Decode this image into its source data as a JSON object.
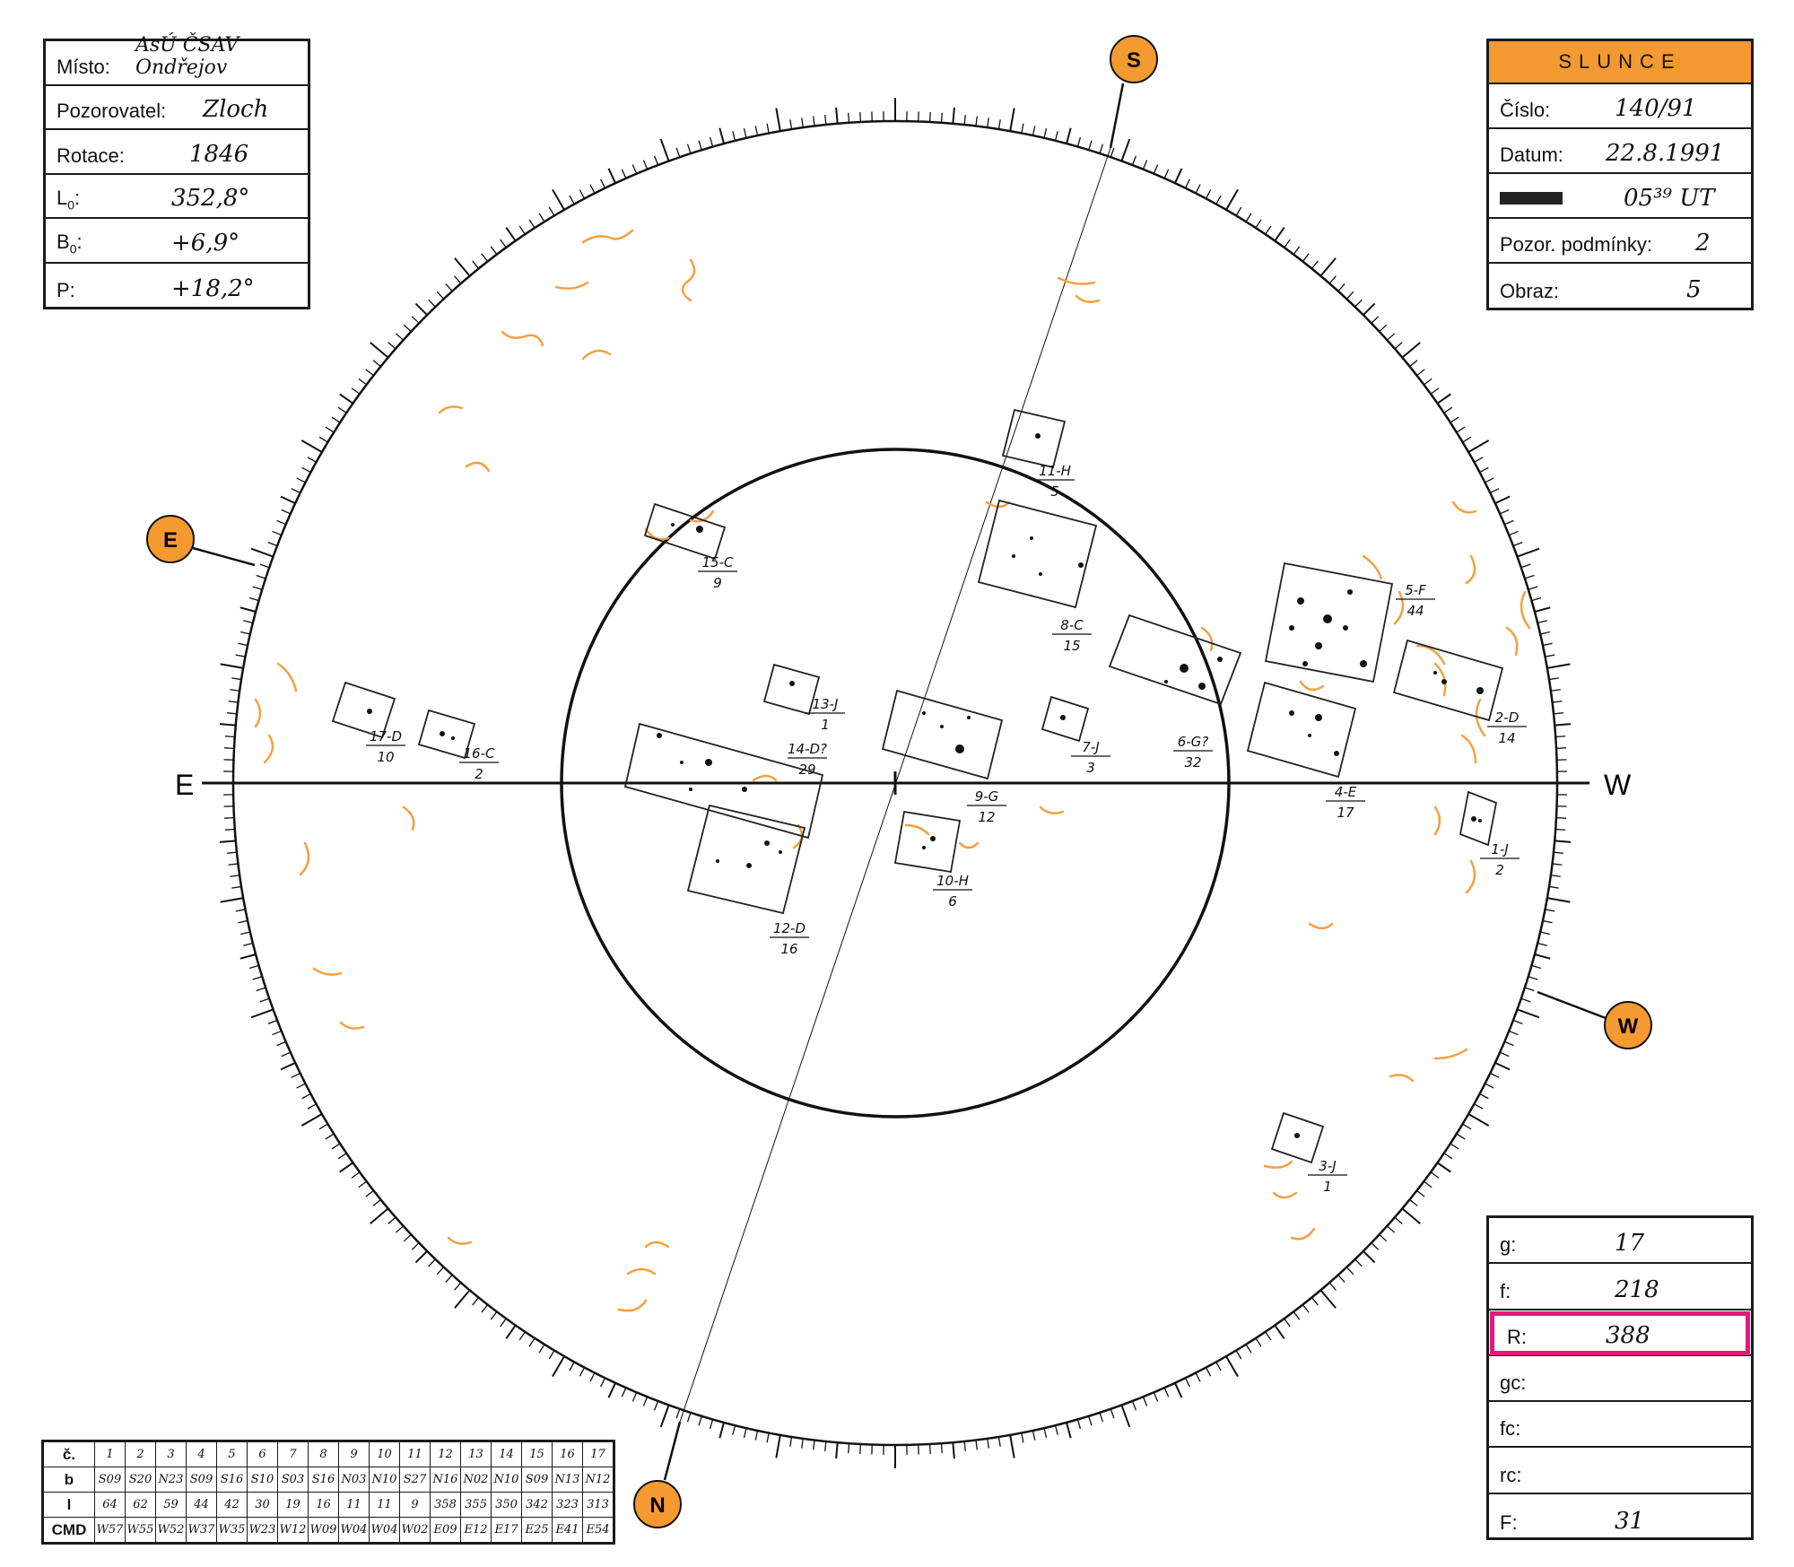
{
  "info_left": {
    "misto_label": "Místo:",
    "misto_value": "AsÚ ČSAV Ondřejov",
    "pozorovatel_label": "Pozorovatel:",
    "pozorovatel_value": "Zloch",
    "rotace_label": "Rotace:",
    "rotace_value": "1846",
    "l0_label": "L",
    "l0_sub": "0",
    "l0_suffix": ":",
    "l0_value": "352,8°",
    "b0_label": "B",
    "b0_sub": "0",
    "b0_suffix": ":",
    "b0_value": "+6,9°",
    "p_label": "P:",
    "p_value": "+18,2°"
  },
  "info_right": {
    "title": "SLUNCE",
    "cislo_label": "Číslo:",
    "cislo_value": "140/91",
    "datum_label": "Datum:",
    "datum_value": "22.8.1991",
    "cas_label": "",
    "cas_value": "05³⁹ UT",
    "podminky_label": "Pozor. podmínky:",
    "podminky_value": "2",
    "obraz_label": "Obraz:",
    "obraz_value": "5"
  },
  "stats": {
    "g_label": "g:",
    "g_value": "17",
    "f_label": "f:",
    "f_value": "218",
    "r_label": "R:",
    "r_value": "388",
    "gc_label": "gc:",
    "gc_value": "",
    "fc_label": "fc:",
    "fc_value": "",
    "rc_label": "rc:",
    "rc_value": "",
    "F_label": "F:",
    "F_value": "31"
  },
  "spot_table": {
    "row_labels": [
      "č.",
      "b",
      "l",
      "CMD"
    ],
    "numbers": [
      "1",
      "2",
      "3",
      "4",
      "5",
      "6",
      "7",
      "8",
      "9",
      "10",
      "11",
      "12",
      "13",
      "14",
      "15",
      "16",
      "17"
    ],
    "b": [
      "S09",
      "S20",
      "N23",
      "S09",
      "S16",
      "S10",
      "S03",
      "S16",
      "N03",
      "N10",
      "S27",
      "N16",
      "N02",
      "N10",
      "S09",
      "N13",
      "N12"
    ],
    "l": [
      "64",
      "62",
      "59",
      "44",
      "42",
      "30",
      "19",
      "16",
      "11",
      "11",
      "9",
      "358",
      "355",
      "350",
      "342",
      "323",
      "313"
    ],
    "cmd": [
      "W57",
      "W55",
      "W52",
      "W37",
      "W35",
      "W23",
      "W12",
      "W09",
      "W04",
      "W04",
      "W02",
      "E09",
      "E12",
      "E17",
      "E25",
      "E41",
      "E54"
    ]
  },
  "disk": {
    "east_label": "E",
    "west_label": "W",
    "marker_s": "S",
    "marker_e": "E",
    "marker_w": "W",
    "marker_n": "N",
    "groups": [
      {
        "id": "1-J",
        "count": "2"
      },
      {
        "id": "2-D",
        "count": "14"
      },
      {
        "id": "3-J",
        "count": "1"
      },
      {
        "id": "4-E",
        "count": "17"
      },
      {
        "id": "5-F",
        "count": "44"
      },
      {
        "id": "6-G?",
        "count": "32"
      },
      {
        "id": "7-J",
        "count": "3"
      },
      {
        "id": "8-C",
        "count": "15"
      },
      {
        "id": "9-G",
        "count": "12"
      },
      {
        "id": "10-H",
        "count": "6"
      },
      {
        "id": "11-H",
        "count": "5"
      },
      {
        "id": "12-D",
        "count": "16"
      },
      {
        "id": "13-J",
        "count": "1"
      },
      {
        "id": "14-D?",
        "count": "29"
      },
      {
        "id": "15-C",
        "count": "9"
      },
      {
        "id": "16-C",
        "count": "2"
      },
      {
        "id": "17-D",
        "count": "10"
      }
    ],
    "colors": {
      "marker": "#f59a30",
      "faculae": "#f5a040",
      "highlight": "#e6197a",
      "ink": "#111111"
    }
  }
}
